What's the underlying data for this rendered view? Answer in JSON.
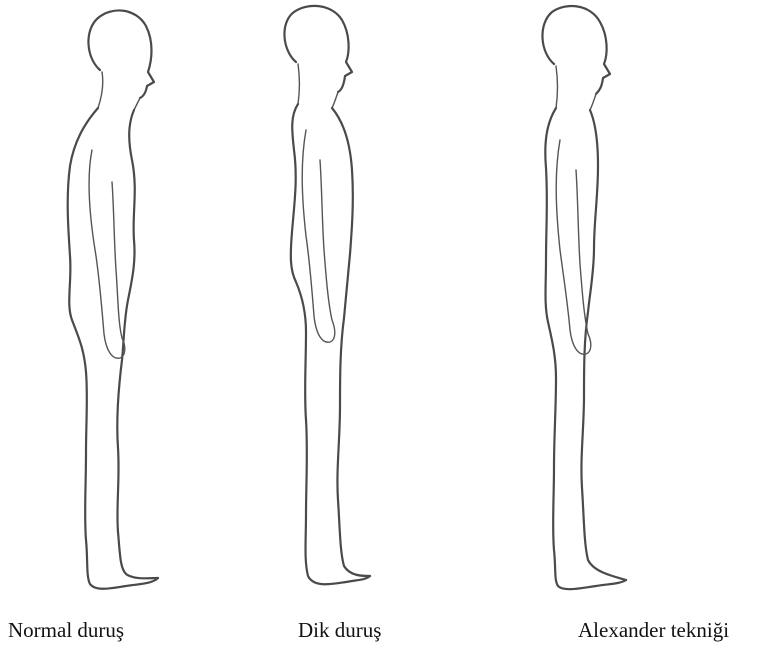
{
  "figures": [
    {
      "caption": "Normal duruş"
    },
    {
      "caption": "Dik duruş"
    },
    {
      "caption": "Alexander tekniği"
    }
  ]
}
